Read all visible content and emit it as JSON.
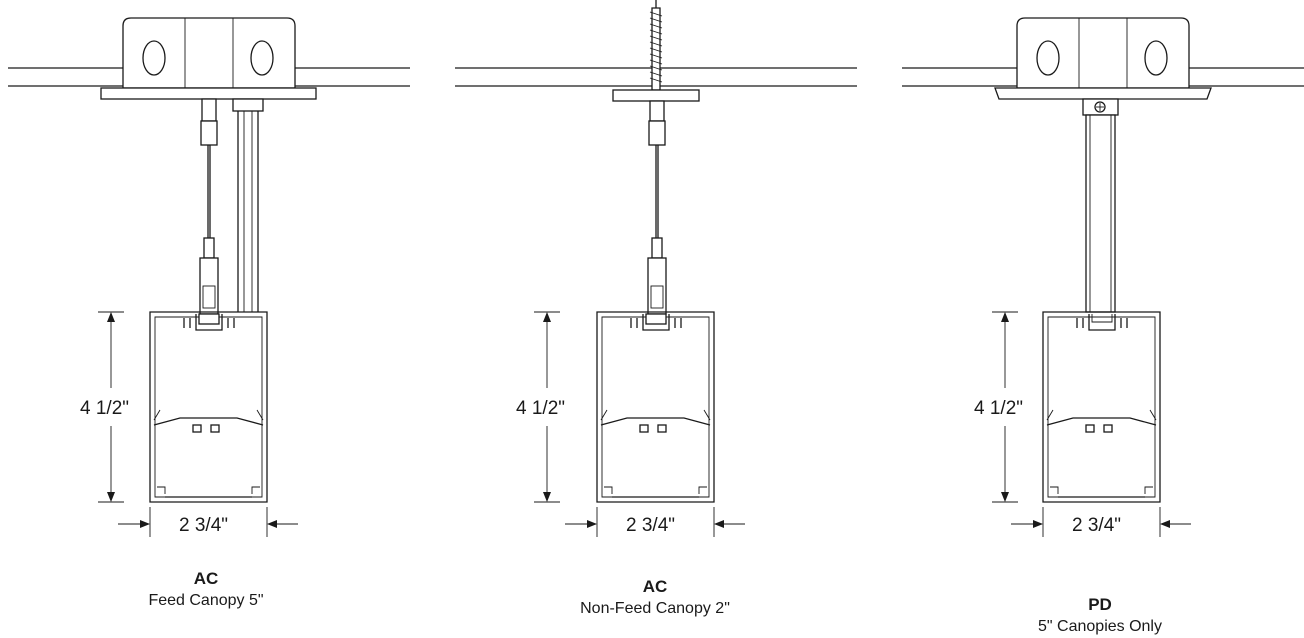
{
  "diagrams": [
    {
      "height_label": "4 1/2\"",
      "width_label": "2 3/4\"",
      "mount_code": "AC",
      "canopy_label": "Feed Canopy 5\""
    },
    {
      "height_label": "4 1/2\"",
      "width_label": "2 3/4\"",
      "mount_code": "AC",
      "canopy_label": "Non-Feed Canopy 2\""
    },
    {
      "height_label": "4 1/2\"",
      "width_label": "2 3/4\"",
      "mount_code": "PD",
      "canopy_label": "5\" Canopies Only"
    }
  ]
}
